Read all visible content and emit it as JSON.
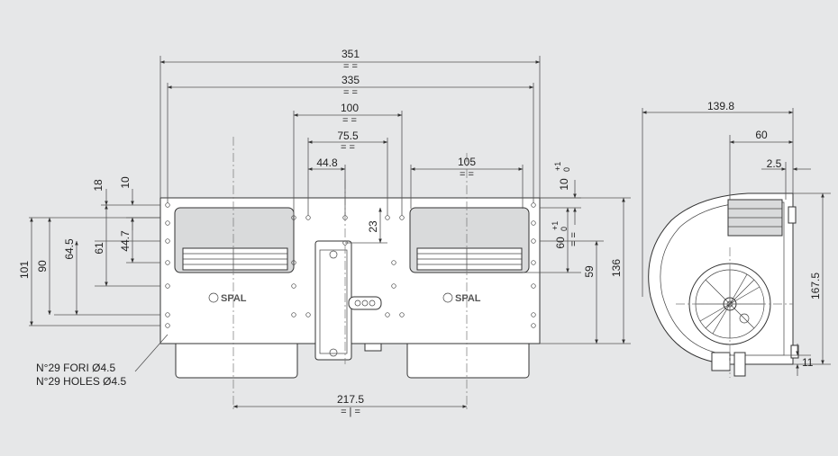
{
  "front_view": {
    "dims": {
      "d351": "351",
      "d335": "335",
      "d100": "100",
      "d75_5": "75.5",
      "d44_8": "44.8",
      "d105": "105",
      "d10_tol": "10",
      "d10_tol_sup": "+1",
      "d10_tol_sub": "0",
      "d60_tol": "60",
      "d60_tol_sup": "+1",
      "d60_tol_sub": "0",
      "d23": "23",
      "d59": "59",
      "d136": "136",
      "d217_5": "217.5",
      "d18": "18",
      "d10": "10",
      "d44_7": "44.7",
      "d61": "61",
      "d64_5": "64.5",
      "d90": "90",
      "d101": "101"
    },
    "equal_mark": "= =",
    "center_mark": "= | =",
    "logo_left": "SPAL",
    "logo_right": "SPAL",
    "note_line1": "N°29 FORI Ø4.5",
    "note_line2": "N°29 HOLES Ø4.5"
  },
  "side_view": {
    "dims": {
      "d139_8": "139.8",
      "d60": "60",
      "d2_5": "2.5",
      "d167_5": "167.5",
      "d11": "11"
    }
  }
}
